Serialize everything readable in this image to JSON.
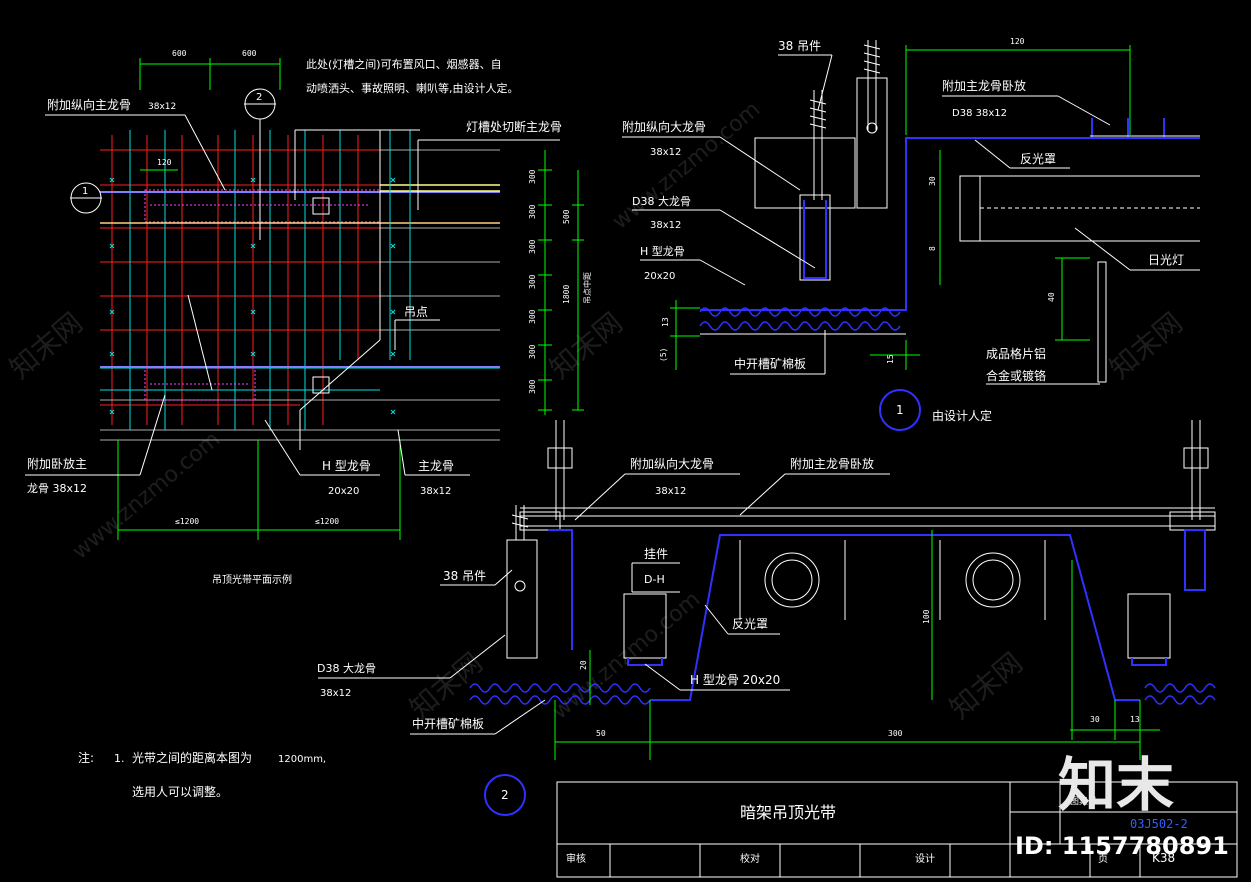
{
  "plan": {
    "dims_top": [
      "600",
      "600"
    ],
    "grid_note_line1": "此处(灯槽之间)可布置风口、烟感器、自",
    "grid_note_line2": "动喷洒头、事故照明、喇叭等,由设计人定。",
    "label_attach_long_main": "附加纵向主龙骨",
    "label_attach_long_main_size": "38x12",
    "label_cut_main": "灯槽处切断主龙骨",
    "label_hanger_point": "吊点",
    "label_attach_flat_main_1": "附加卧放主",
    "label_attach_flat_main_2": "龙骨 38x12",
    "label_h_keel": "H 型龙骨",
    "label_h_keel_size": "20x20",
    "label_main_keel": "主龙骨",
    "label_main_keel_size": "38x12",
    "dim_120": "120",
    "dims_right": [
      "300",
      "300",
      "300",
      "300",
      "300",
      "300",
      "300"
    ],
    "dims_right_outer": [
      "500",
      "1800"
    ],
    "dims_right_vertical_note": "吊点中距",
    "dims_bottom": [
      "≤1200",
      "≤1200"
    ],
    "caption": "吊顶光带平面示例",
    "callout_1": "1",
    "callout_2": "2"
  },
  "detail1": {
    "label_38_hanger": "38 吊件",
    "dim_120": "120",
    "label_attach_main_flat": "附加主龙骨卧放",
    "label_d38_size": "D38     38x12",
    "label_attach_long_big": "附加纵向大龙骨",
    "label_attach_long_big_size": "38x12",
    "label_reflector": "反光罩",
    "label_d38_big": "D38   大龙骨",
    "label_d38_big_size": "38x12",
    "label_h_keel": "H 型龙骨",
    "label_h_keel_size": "20x20",
    "label_fluorescent": "日光灯",
    "label_board": "中开槽矿棉板",
    "label_grille_1": "成品格片铝",
    "label_grille_2": "合金或镀铬",
    "dim_13": "13",
    "dim_5": "(5)",
    "dim_15": "15",
    "dim_40": "40",
    "dim_30": "30",
    "dim_8": "8",
    "callout": "1",
    "callout_note": "由设计人定"
  },
  "detail2": {
    "label_attach_long_big": "附加纵向大龙骨",
    "label_attach_long_big_size": "38x12",
    "label_attach_main_flat": "附加主龙骨卧放",
    "label_hook": "挂件",
    "label_hook_type": "D-H",
    "label_38_hanger": "38 吊件",
    "label_reflector": "反光罩",
    "label_d38_big": "D38   大龙骨",
    "label_d38_big_size": "38x12",
    "label_h_keel": "H 型龙骨  20x20",
    "label_board": "中开槽矿棉板",
    "dim_50": "50",
    "dim_300": "300",
    "dim_100": "100",
    "dim_20": "20",
    "dim_30": "30",
    "dim_13": "13",
    "callout": "2"
  },
  "notes": {
    "prefix": "注:",
    "item_no": "1.",
    "line1_a": "光带之间的距离本图为",
    "line1_b": "1200mm,",
    "line2": "选用人可以调整。"
  },
  "title_block": {
    "title": "暗架吊顶光带",
    "atlas_label": "图集号",
    "atlas_no": "03J502-2",
    "review": "审核",
    "check": "校对",
    "design": "设计",
    "page_label": "页",
    "page_no": "K38"
  },
  "watermark": {
    "brand": "知末",
    "id": "ID: 1157780891",
    "site": "www.znzmo.com",
    "site_cn": "知末网"
  },
  "colors": {
    "background": "#000000",
    "dimension_lines": "#00ff00",
    "keel_blue": "#3030ff",
    "grid_red": "#ff2020",
    "grid_cyan": "#00e0e0",
    "light_magenta": "#ff40ff",
    "cut_main_yellow": "#ffff80",
    "text": "#ffffff"
  }
}
